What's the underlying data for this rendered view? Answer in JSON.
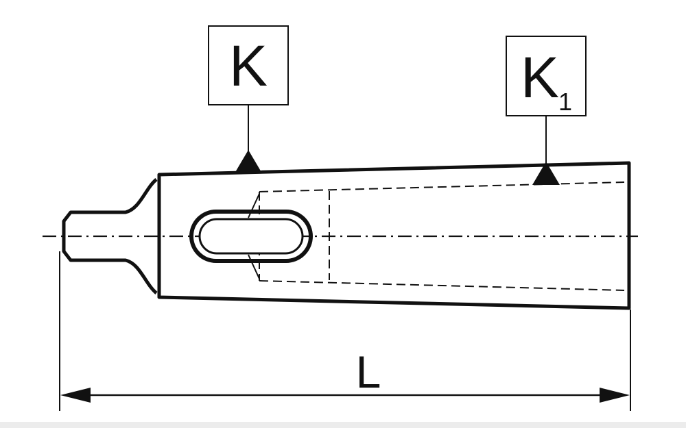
{
  "diagram": {
    "labels": {
      "taper_k": "K",
      "taper_k1_main": "K",
      "taper_k1_sub": "1",
      "length": "L"
    },
    "colors": {
      "line": "#111111",
      "background": "#ffffff",
      "strip": "#ececec"
    }
  }
}
